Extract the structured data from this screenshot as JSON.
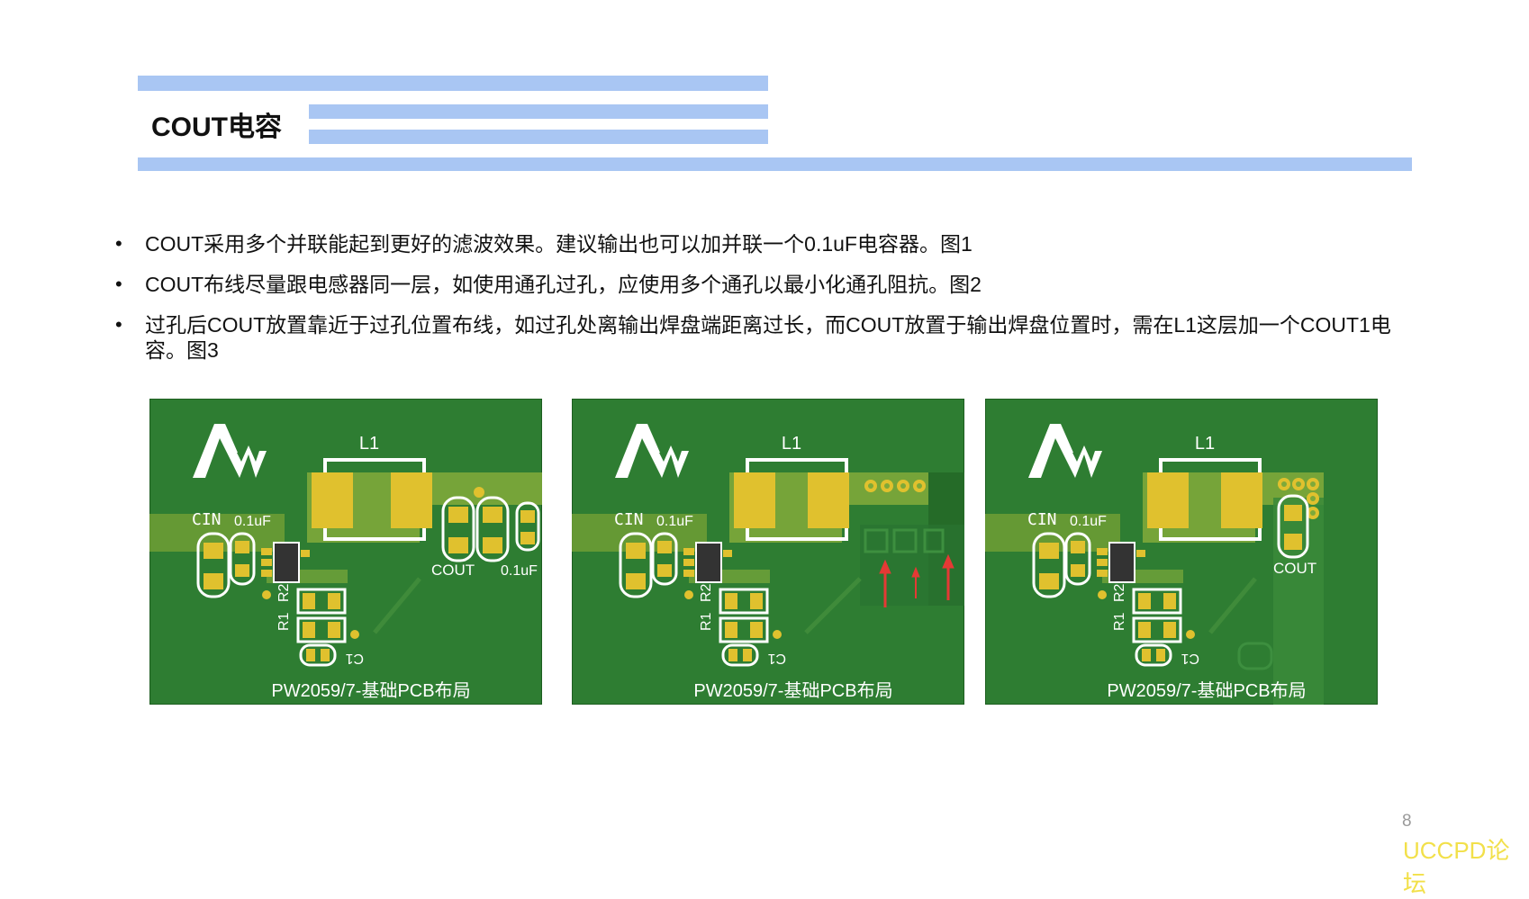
{
  "header": {
    "title": "COUT电容",
    "bar_color": "#a9c6f3"
  },
  "bullets": [
    "COUT采用多个并联能起到更好的滤波效果。建议输出也可以加并联一个0.1uF电容器。图1",
    "COUT布线尽量跟电感器同一层，如使用通孔过孔，应使用多个通孔以最小化通孔阻抗。图2",
    "过孔后COUT放置靠近于过孔位置布线，如过孔处离输出焊盘端距离过长，而COUT放置于输出焊盘位置时，需在L1这层加一个COUT1电容。图3"
  ],
  "figures": [
    {
      "labels": {
        "l1": "L1",
        "cin": "CIN",
        "cin_cap": "0.1uF",
        "r1": "R1",
        "r2": "R2",
        "c1": "C1",
        "cout": "COUT",
        "cout_cap": "0.1uF"
      },
      "caption": "PW2059/7-基础PCB布局"
    },
    {
      "labels": {
        "l1": "L1",
        "cin": "CIN",
        "cin_cap": "0.1uF",
        "r1": "R1",
        "r2": "R2",
        "c1": "C1"
      },
      "caption": "PW2059/7-基础PCB布局"
    },
    {
      "labels": {
        "l1": "L1",
        "cin": "CIN",
        "cin_cap": "0.1uF",
        "r1": "R1",
        "r2": "R2",
        "c1": "C1",
        "cout": "COUT"
      },
      "caption": "PW2059/7-基础PCB布局"
    }
  ],
  "colors": {
    "board": "#2e7d32",
    "board_dark": "#256b28",
    "copper": "#8bb33a",
    "pad": "#e0c12e",
    "silk": "#ffffff",
    "arrow": "#e53935"
  },
  "footer": {
    "page_number": "8",
    "watermark": "UCCPD论坛"
  }
}
